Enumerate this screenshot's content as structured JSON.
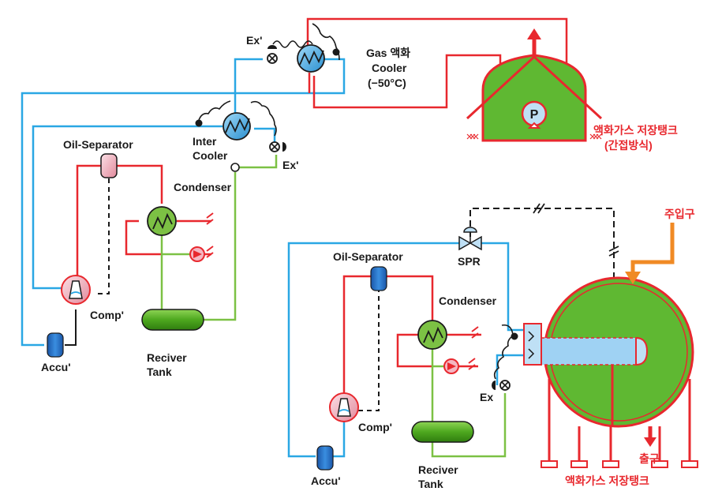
{
  "colors": {
    "red": "#e8282e",
    "blue": "#2aa7e4",
    "green": "#7cc144",
    "tank_green": "#5fb832",
    "dark_blue": "#1565c0",
    "pink": "#f4b6c2",
    "orange": "#f08a24",
    "black": "#1a1a1a"
  },
  "system_top": {
    "ex_top": "Ex'",
    "gas_cooler": "Gas 액화",
    "cooler": "Cooler",
    "cooler_temp": "(−50°C)",
    "inter": "Inter",
    "inter_cooler": "Cooler",
    "ex_mid": "Ex'",
    "oil_separator": "Oil-Separator",
    "condenser": "Condenser",
    "comp": "Comp'",
    "accu": "Accu'",
    "receiver": "Reciver",
    "receiver_tank": "Tank",
    "pump": "P",
    "storage_tank": "액화가스 저장탱크",
    "storage_type": "(간접방식)"
  },
  "system_bottom": {
    "spr": "SPR",
    "inlet": "주입구",
    "oil_separator": "Oil-Separator",
    "condenser": "Condenser",
    "ex": "Ex",
    "comp": "Comp'",
    "accu": "Accu'",
    "receiver": "Reciver",
    "receiver_tank": "Tank",
    "outlet": "출구",
    "storage_tank": "액화가스 저장탱크"
  }
}
